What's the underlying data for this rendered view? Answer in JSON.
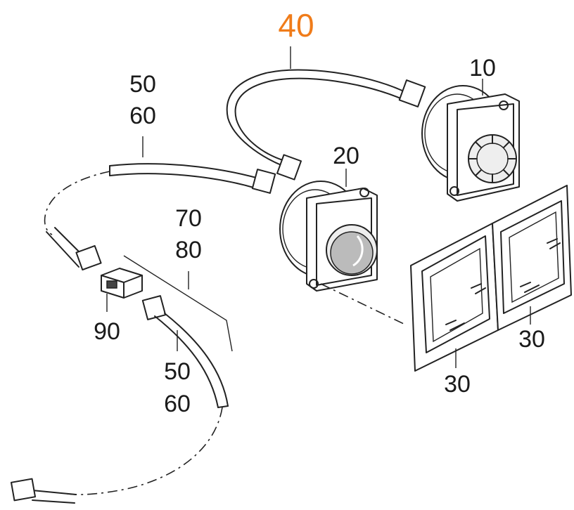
{
  "accent_color": "#f07c1a",
  "labels": {
    "cable_4": "40",
    "ref_10": "10",
    "ref_20": "20",
    "ref_50_top": "50",
    "ref_60_top": "60",
    "ref_70": "70",
    "ref_80": "80",
    "ref_90": "90",
    "ref_50_bottom": "50",
    "ref_60_bottom": "60",
    "ref_30_left": "30",
    "ref_30_right": "30"
  }
}
